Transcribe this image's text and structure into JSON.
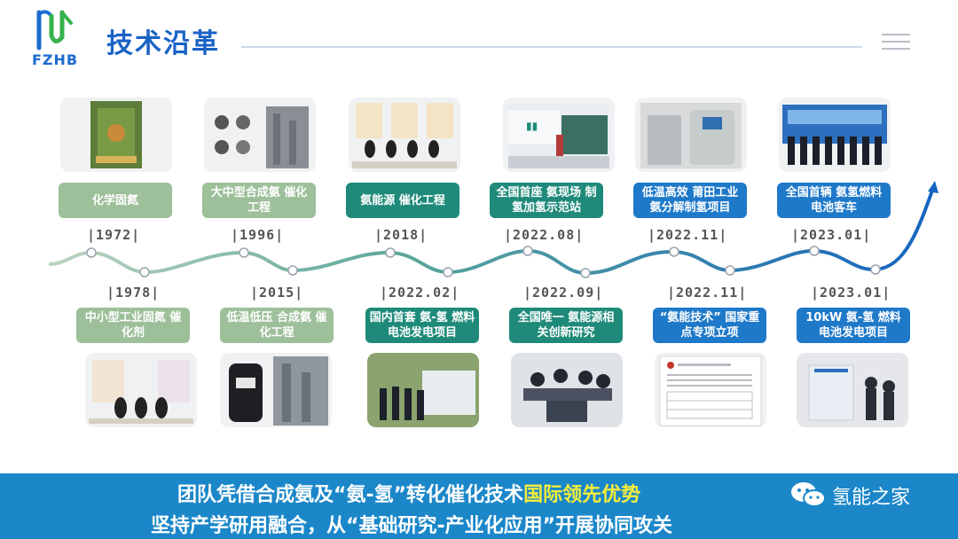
{
  "header": {
    "logo_text": "FZHB",
    "title": "技术沿革"
  },
  "colors": {
    "accent": "#1a62c6",
    "sage": "#9dbf9a",
    "teal": "#1f8a7a",
    "blue": "#1f79c9",
    "bar": "#1b87c9",
    "highlight": "#f5ee3a"
  },
  "top_items": [
    {
      "label": "化学固氮",
      "year": "|1972|",
      "style": "sage"
    },
    {
      "label": "大中型合成氨 催化工程",
      "year": "|1996|",
      "style": "sage"
    },
    {
      "label": "氨能源 催化工程",
      "year": "|2018|",
      "style": "teal"
    },
    {
      "label": "全国首座 氨现场 制氢加氢示范站",
      "year": "|2022.08|",
      "style": "teal"
    },
    {
      "label": "低温高效 莆田工业 氨分解制氢项目",
      "year": "|2022.11|",
      "style": "blue"
    },
    {
      "label": "全国首辆 氨氢燃料电池客车",
      "year": "|2023.01|",
      "style": "blue"
    }
  ],
  "bottom_items": [
    {
      "label": "中小型工业固氮 催化剂",
      "year": "|1978|",
      "style": "sage"
    },
    {
      "label": "低温低压 合成氨 催化工程",
      "year": "|2015|",
      "style": "sage"
    },
    {
      "label": "国内首套 氨-氢 燃料电池发电项目",
      "year": "|2022.02|",
      "style": "teal"
    },
    {
      "label": "全国唯一 氨能源相 关创新研究",
      "year": "|2022.09|",
      "style": "teal"
    },
    {
      "label": "“氨能技术” 国家重点专项立项",
      "year": "|2022.11|",
      "style": "blue"
    },
    {
      "label": "10kW 氨-氢 燃料电池发电项目",
      "year": "|2023.01|",
      "style": "blue"
    }
  ],
  "footer": {
    "line1_prefix": "团队凭借合成氨及“氨-氢”转化催化技术",
    "line1_highlight": "国际领先优势",
    "line2": "坚持产学研用融合，从“基础研究-产业化应用”开展协同攻关",
    "brand": "氢能之家"
  }
}
